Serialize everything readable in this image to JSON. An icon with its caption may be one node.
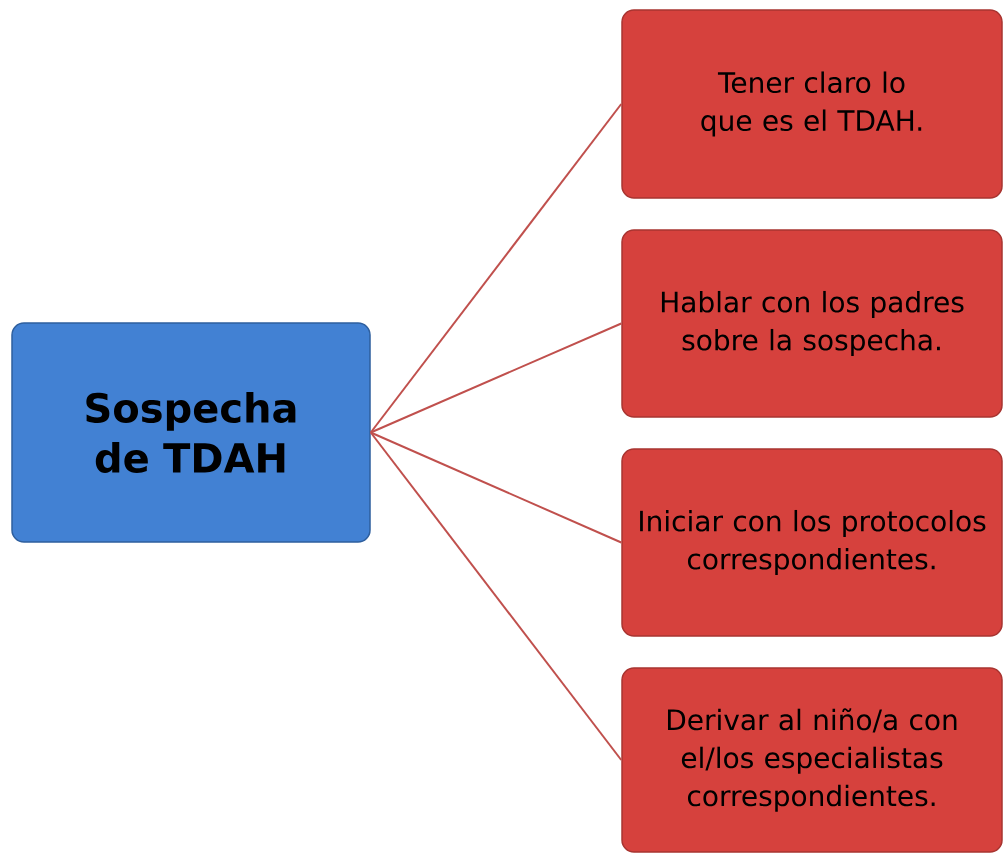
{
  "diagram": {
    "nodes": [
      {
        "text": [
          "Sospecha de TDAH"
        ]
      },
      {
        "text": [
          "Tener claro lo que es el TDAH."
        ]
      },
      {
        "text": [
          "Hablar con los padres sobre la sospecha."
        ]
      },
      {
        "text": [
          "Iniciar con los protocolos correspondientes."
        ]
      },
      {
        "text": [
          "Derivar al niño/a con el/los especialistas correspondientes."
        ]
      }
    ],
    "edges": [
      {
        "from": 0,
        "to": 1,
        "arrow": "none"
      },
      {
        "from": 0,
        "to": 2,
        "arrow": "none"
      },
      {
        "from": 0,
        "to": 3,
        "arrow": "none"
      },
      {
        "from": 0,
        "to": 4,
        "arrow": "none"
      }
    ]
  }
}
